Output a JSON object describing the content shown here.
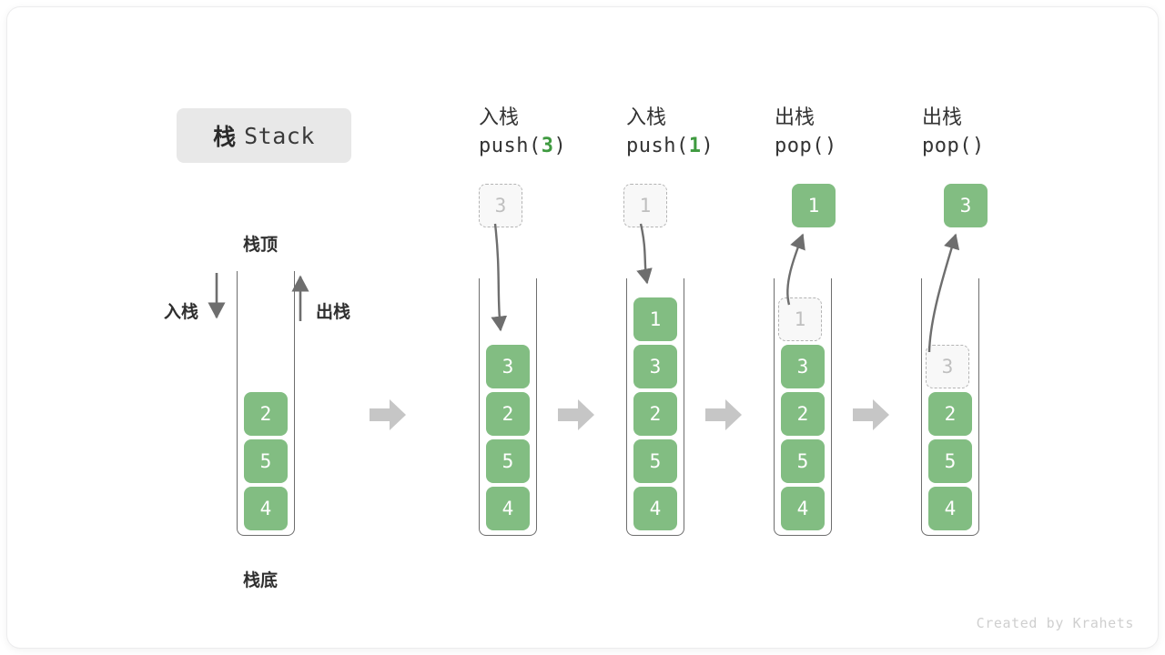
{
  "title": {
    "cn": "栈",
    "en": "Stack"
  },
  "labels": {
    "top": "栈顶",
    "bottom": "栈底",
    "push": "入栈",
    "pop": "出栈"
  },
  "credit": "Created by Krahets",
  "colors": {
    "element_fill": "#82bd82",
    "element_text": "#ffffff",
    "ghost_fill": "#f8f8f8",
    "ghost_border": "#b4b4b4",
    "ghost_text": "#bfbfbf",
    "arrow": "#6e6e6e",
    "step_arrow": "#c6c6c6",
    "badge_bg": "#e8e8e8",
    "accent_green": "#3f9a40"
  },
  "steps": [
    {
      "id": "initial",
      "op_cn": "",
      "fn_prefix": "",
      "fn_arg": "",
      "fn_suffix": "",
      "stack": [
        {
          "value": "2",
          "state": "filled"
        },
        {
          "value": "5",
          "state": "filled"
        },
        {
          "value": "4",
          "state": "filled"
        }
      ],
      "floating": null
    },
    {
      "id": "push-3",
      "op_cn": "入栈",
      "fn_prefix": "push(",
      "fn_arg": "3",
      "fn_suffix": ")",
      "stack": [
        {
          "value": "3",
          "state": "filled"
        },
        {
          "value": "2",
          "state": "filled"
        },
        {
          "value": "5",
          "state": "filled"
        },
        {
          "value": "4",
          "state": "filled"
        }
      ],
      "floating": {
        "value": "3",
        "state": "ghost"
      }
    },
    {
      "id": "push-1",
      "op_cn": "入栈",
      "fn_prefix": "push(",
      "fn_arg": "1",
      "fn_suffix": ")",
      "stack": [
        {
          "value": "1",
          "state": "filled"
        },
        {
          "value": "3",
          "state": "filled"
        },
        {
          "value": "2",
          "state": "filled"
        },
        {
          "value": "5",
          "state": "filled"
        },
        {
          "value": "4",
          "state": "filled"
        }
      ],
      "floating": {
        "value": "1",
        "state": "ghost"
      }
    },
    {
      "id": "pop-1",
      "op_cn": "出栈",
      "fn_prefix": "pop(",
      "fn_arg": "",
      "fn_suffix": ")",
      "stack": [
        {
          "value": "1",
          "state": "ghost"
        },
        {
          "value": "3",
          "state": "filled"
        },
        {
          "value": "2",
          "state": "filled"
        },
        {
          "value": "5",
          "state": "filled"
        },
        {
          "value": "4",
          "state": "filled"
        }
      ],
      "floating": {
        "value": "1",
        "state": "filled"
      }
    },
    {
      "id": "pop-3",
      "op_cn": "出栈",
      "fn_prefix": "pop(",
      "fn_arg": "",
      "fn_suffix": ")",
      "stack": [
        {
          "value": "3",
          "state": "ghost"
        },
        {
          "value": "2",
          "state": "filled"
        },
        {
          "value": "5",
          "state": "filled"
        },
        {
          "value": "4",
          "state": "filled"
        }
      ],
      "floating": {
        "value": "3",
        "state": "filled"
      }
    }
  ]
}
